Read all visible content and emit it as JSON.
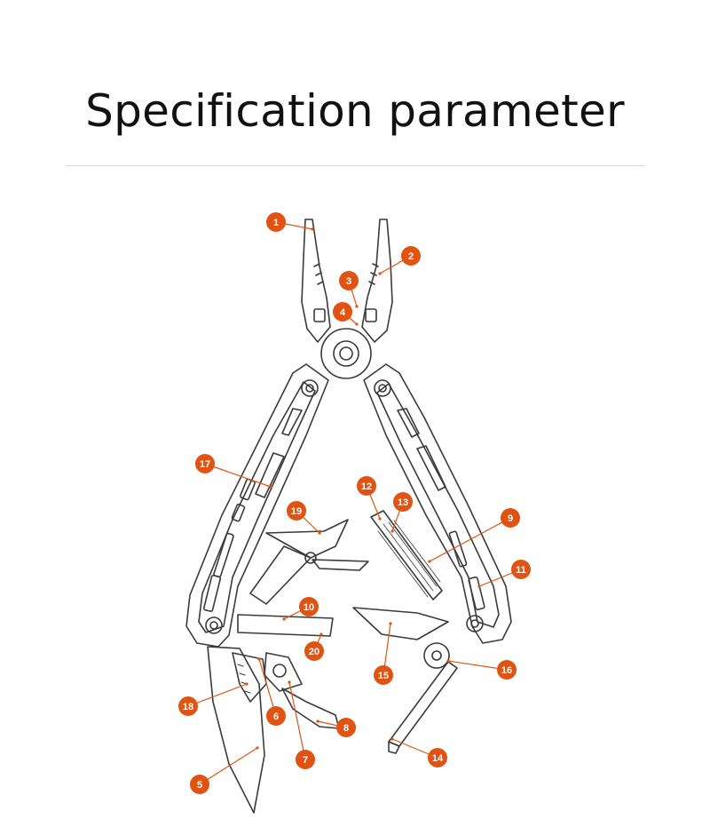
{
  "title": "Specification parameter",
  "colors": {
    "callout": "#e05312",
    "outline": "#3a3a3a",
    "divider": "#d8d8d8"
  },
  "callouts": [
    {
      "label": "1"
    },
    {
      "label": "2"
    },
    {
      "label": "3"
    },
    {
      "label": "4"
    },
    {
      "label": "5"
    },
    {
      "label": "6"
    },
    {
      "label": "7"
    },
    {
      "label": "8"
    },
    {
      "label": "9"
    },
    {
      "label": "10"
    },
    {
      "label": "11"
    },
    {
      "label": "12"
    },
    {
      "label": "13"
    },
    {
      "label": "14"
    },
    {
      "label": "15"
    },
    {
      "label": "16"
    },
    {
      "label": "17"
    },
    {
      "label": "18"
    },
    {
      "label": "19"
    },
    {
      "label": "20"
    }
  ]
}
